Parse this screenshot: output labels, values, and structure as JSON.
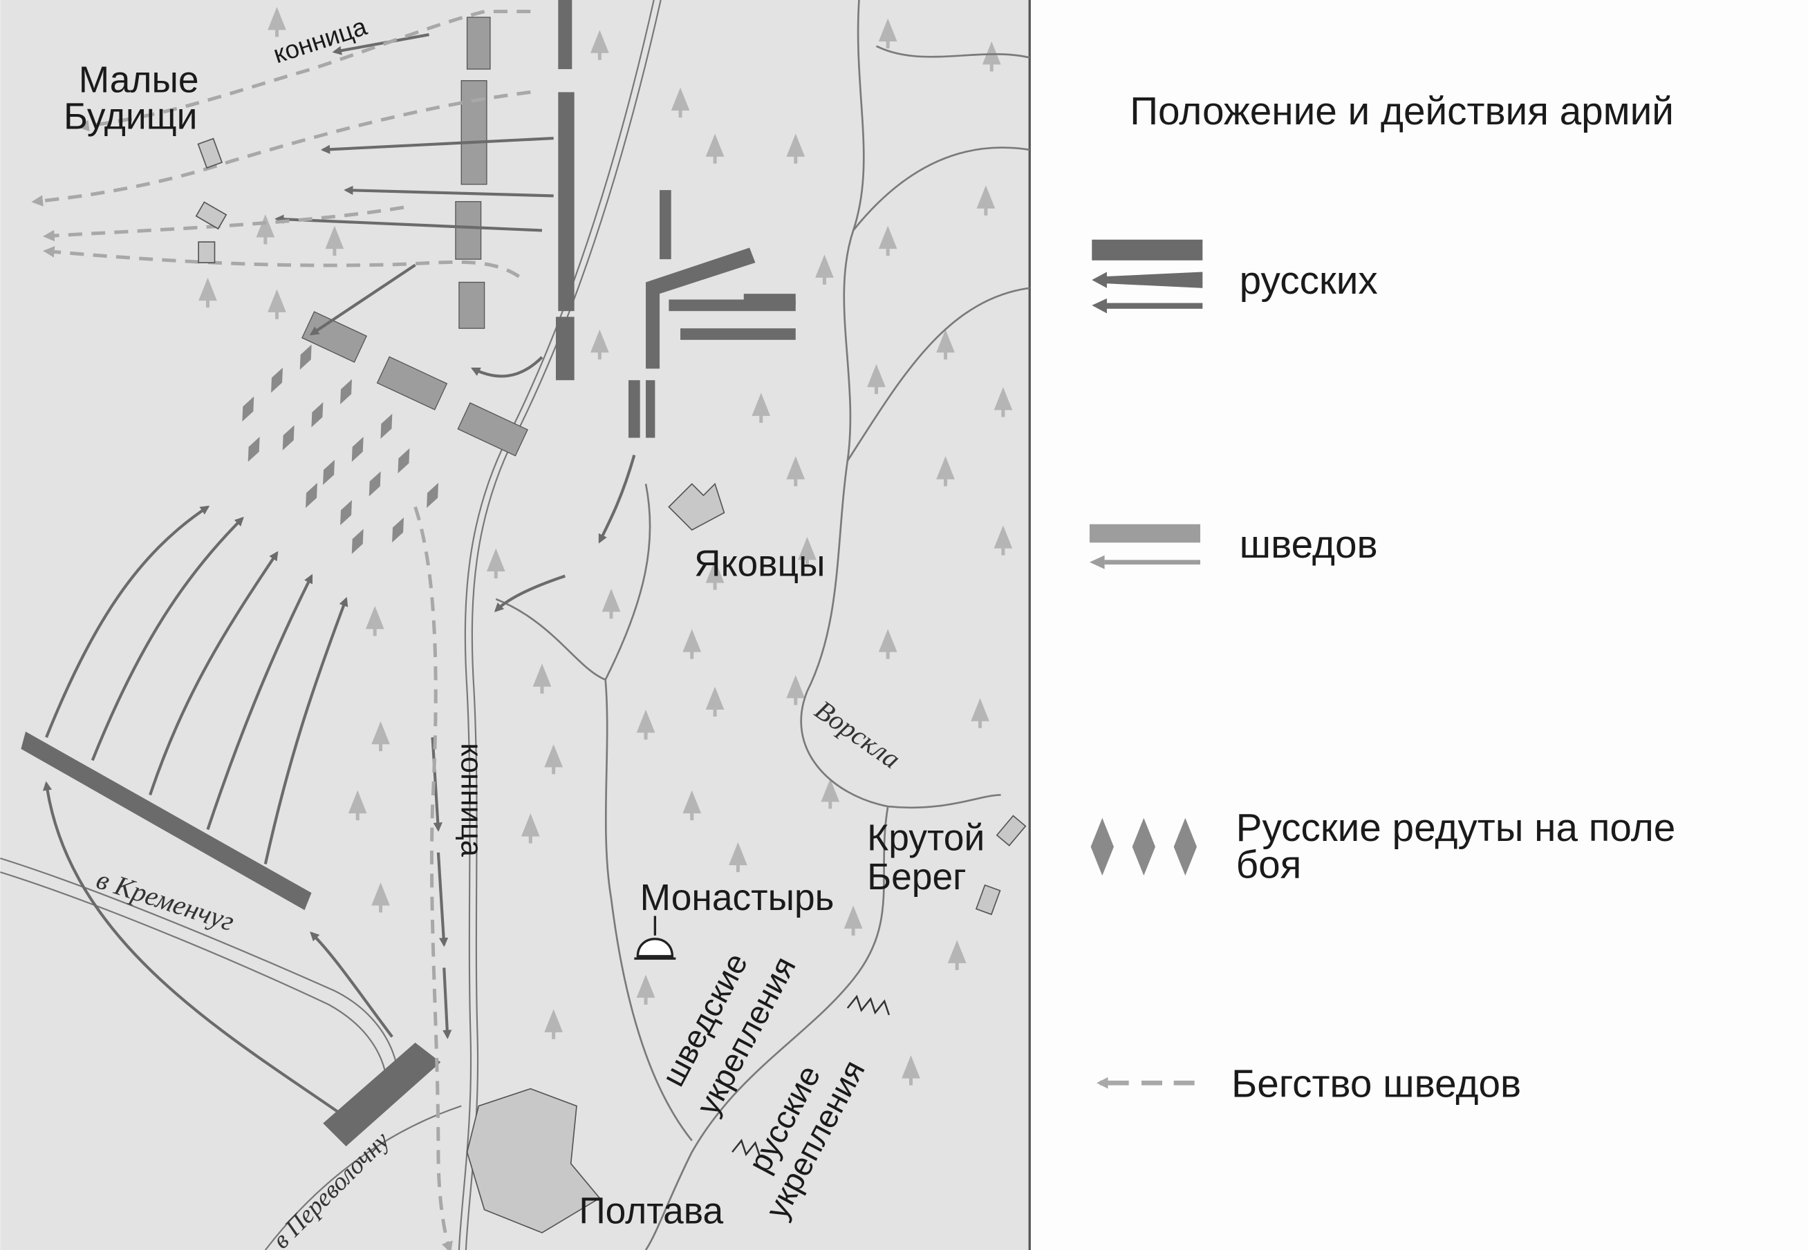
{
  "legend": {
    "title": "Положение и действия армий",
    "items": [
      {
        "label": "русских",
        "symbol": "russian-forces",
        "color": "#6b6b6b"
      },
      {
        "label": "шведов",
        "symbol": "swedish-forces",
        "color": "#9d9d9d"
      },
      {
        "label": "Русские редуты на поле боя",
        "symbol": "redoubts",
        "color": "#8a8a8a"
      },
      {
        "label": "Бегство шведов",
        "symbol": "swedish-retreat",
        "color": "#a8a8a8"
      }
    ]
  },
  "map": {
    "labels": {
      "malye_budishchi_1": "Малые",
      "malye_budishchi_2": "Будищи",
      "cavalry_top": "конница",
      "cavalry_road": "конница",
      "yakovtsy": "Яковцы",
      "vorskla": "Ворскла",
      "krutoy_1": "Крутой",
      "krutoy_2": "Берег",
      "monastery": "Монастырь",
      "swedish_fort_1": "шведские",
      "swedish_fort_2": "укрепления",
      "russian_fort_1": "русские",
      "russian_fort_2": "укрепления",
      "poltava": "Полтава",
      "to_kremenchug": "в Кременчуг",
      "to_perevolochna": "в Переволочну"
    },
    "colors": {
      "background": "#e3e3e3",
      "russian": "#6b6b6b",
      "swedish": "#9d9d9d",
      "tree": "#b5b5b5",
      "river": "#7a7a7a"
    }
  }
}
